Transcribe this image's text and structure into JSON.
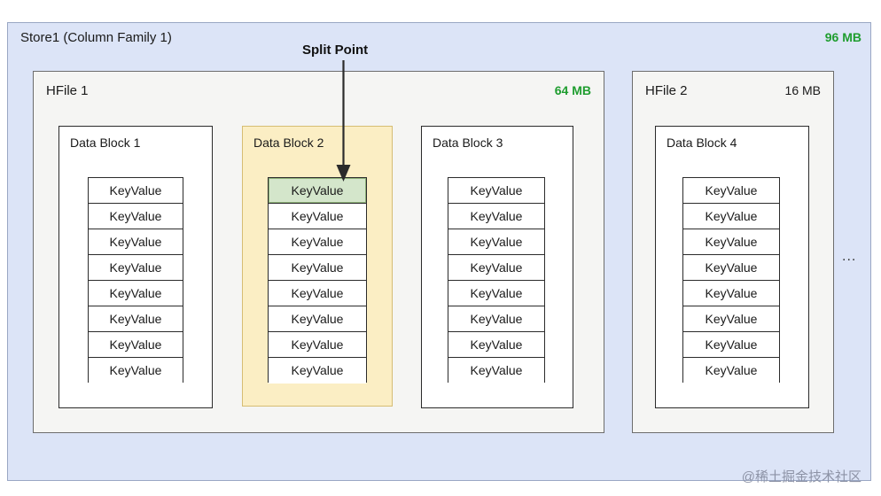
{
  "store": {
    "title": "Store1 (Column Family 1)",
    "size": "96 MB",
    "size_color": "#1f9d2f",
    "ellipsis": "..."
  },
  "hfiles": [
    {
      "title": "HFile 1",
      "size": "64 MB",
      "size_style": "green",
      "blocks": [
        {
          "title": "Data Block 1",
          "highlighted": false,
          "keyvalues": [
            {
              "label": "KeyValue",
              "selected": false
            },
            {
              "label": "KeyValue",
              "selected": false
            },
            {
              "label": "KeyValue",
              "selected": false
            },
            {
              "label": "KeyValue",
              "selected": false
            },
            {
              "label": "KeyValue",
              "selected": false
            },
            {
              "label": "KeyValue",
              "selected": false
            },
            {
              "label": "KeyValue",
              "selected": false
            },
            {
              "label": "KeyValue",
              "selected": false
            }
          ]
        },
        {
          "title": "Data Block 2",
          "highlighted": true,
          "keyvalues": [
            {
              "label": "KeyValue",
              "selected": true
            },
            {
              "label": "KeyValue",
              "selected": false
            },
            {
              "label": "KeyValue",
              "selected": false
            },
            {
              "label": "KeyValue",
              "selected": false
            },
            {
              "label": "KeyValue",
              "selected": false
            },
            {
              "label": "KeyValue",
              "selected": false
            },
            {
              "label": "KeyValue",
              "selected": false
            },
            {
              "label": "KeyValue",
              "selected": false
            }
          ]
        },
        {
          "title": "Data Block 3",
          "highlighted": false,
          "keyvalues": [
            {
              "label": "KeyValue",
              "selected": false
            },
            {
              "label": "KeyValue",
              "selected": false
            },
            {
              "label": "KeyValue",
              "selected": false
            },
            {
              "label": "KeyValue",
              "selected": false
            },
            {
              "label": "KeyValue",
              "selected": false
            },
            {
              "label": "KeyValue",
              "selected": false
            },
            {
              "label": "KeyValue",
              "selected": false
            },
            {
              "label": "KeyValue",
              "selected": false
            }
          ]
        }
      ]
    },
    {
      "title": "HFile 2",
      "size": "16 MB",
      "size_style": "plain",
      "blocks": [
        {
          "title": "Data Block 4",
          "highlighted": false,
          "keyvalues": [
            {
              "label": "KeyValue",
              "selected": false
            },
            {
              "label": "KeyValue",
              "selected": false
            },
            {
              "label": "KeyValue",
              "selected": false
            },
            {
              "label": "KeyValue",
              "selected": false
            },
            {
              "label": "KeyValue",
              "selected": false
            },
            {
              "label": "KeyValue",
              "selected": false
            },
            {
              "label": "KeyValue",
              "selected": false
            },
            {
              "label": "KeyValue",
              "selected": false
            }
          ]
        }
      ]
    }
  ],
  "annotation": {
    "split_point_label": "Split Point",
    "arrow_icon": "down-arrow-icon"
  },
  "watermark": {
    "text": "@稀土掘金技术社区"
  }
}
